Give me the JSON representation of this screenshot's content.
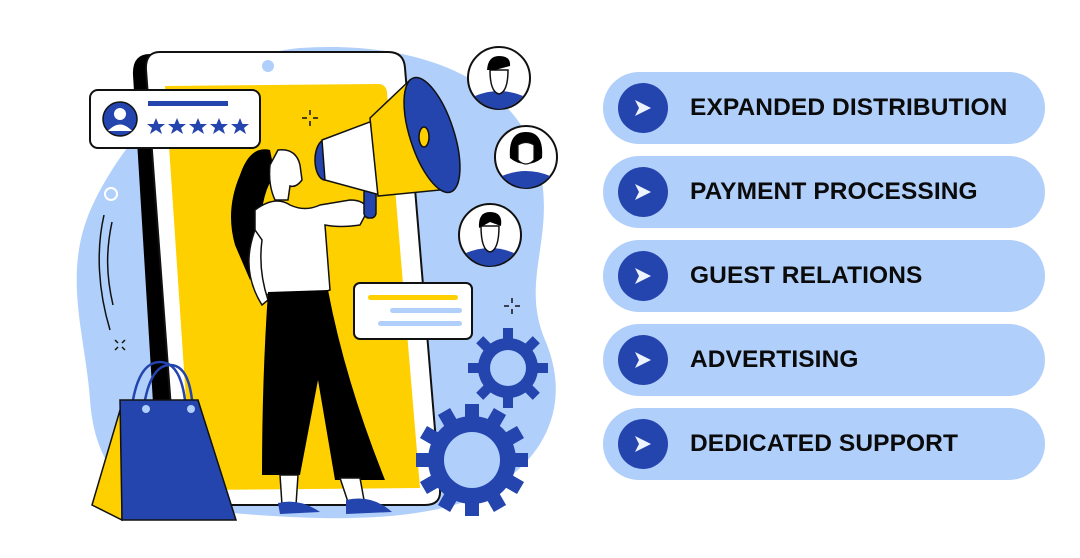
{
  "colors": {
    "pill_bg": "#b0cffb",
    "bullet_bg": "#2444ae",
    "bullet_arrow": "#eef4ff",
    "accent_yellow": "#ffd000",
    "accent_blue": "#2444ae",
    "light_blue": "#b0cffb",
    "text": "#0b0b0b"
  },
  "illustration": {
    "description": "Woman with megaphone standing in front of a smartphone screen, surrounded by rating card, user avatars, message card, gears and a shopping bag",
    "review_card": {
      "stars": 5
    },
    "avatars": [
      "man-avatar",
      "woman-avatar",
      "man-avatar-2"
    ]
  },
  "features": {
    "items": [
      {
        "label": "EXPANDED DISTRIBUTION",
        "icon": "play-arrow-icon"
      },
      {
        "label": "PAYMENT PROCESSING",
        "icon": "play-arrow-icon"
      },
      {
        "label": "GUEST RELATIONS",
        "icon": "play-arrow-icon"
      },
      {
        "label": "ADVERTISING",
        "icon": "play-arrow-icon"
      },
      {
        "label": "DEDICATED SUPPORT",
        "icon": "play-arrow-icon"
      }
    ]
  }
}
